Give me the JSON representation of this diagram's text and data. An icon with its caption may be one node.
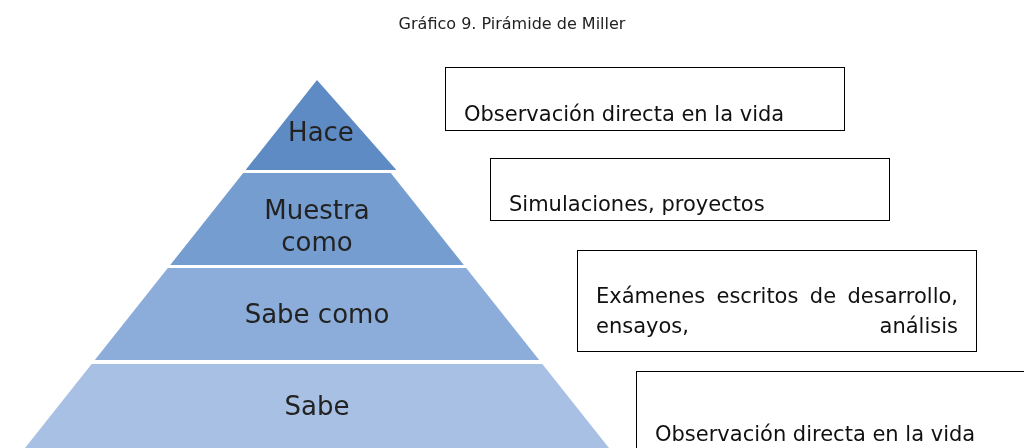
{
  "diagram": {
    "title": "Gráfico 9. Pirámide de Miller",
    "nodes": [
      {
        "text": [
          "Hace"
        ]
      },
      {
        "text": [
          "Muestra como"
        ]
      },
      {
        "text": [
          "Sabe como"
        ]
      },
      {
        "text": [
          "Sabe"
        ]
      },
      {
        "text": [
          "Observación directa en la vida"
        ]
      },
      {
        "text": [
          "Simulaciones, proyectos"
        ]
      },
      {
        "text": [
          "Exámenes escritos de desarrollo, ensayos, análisis"
        ]
      },
      {
        "text": [
          "Observación directa en la vida"
        ]
      }
    ]
  }
}
